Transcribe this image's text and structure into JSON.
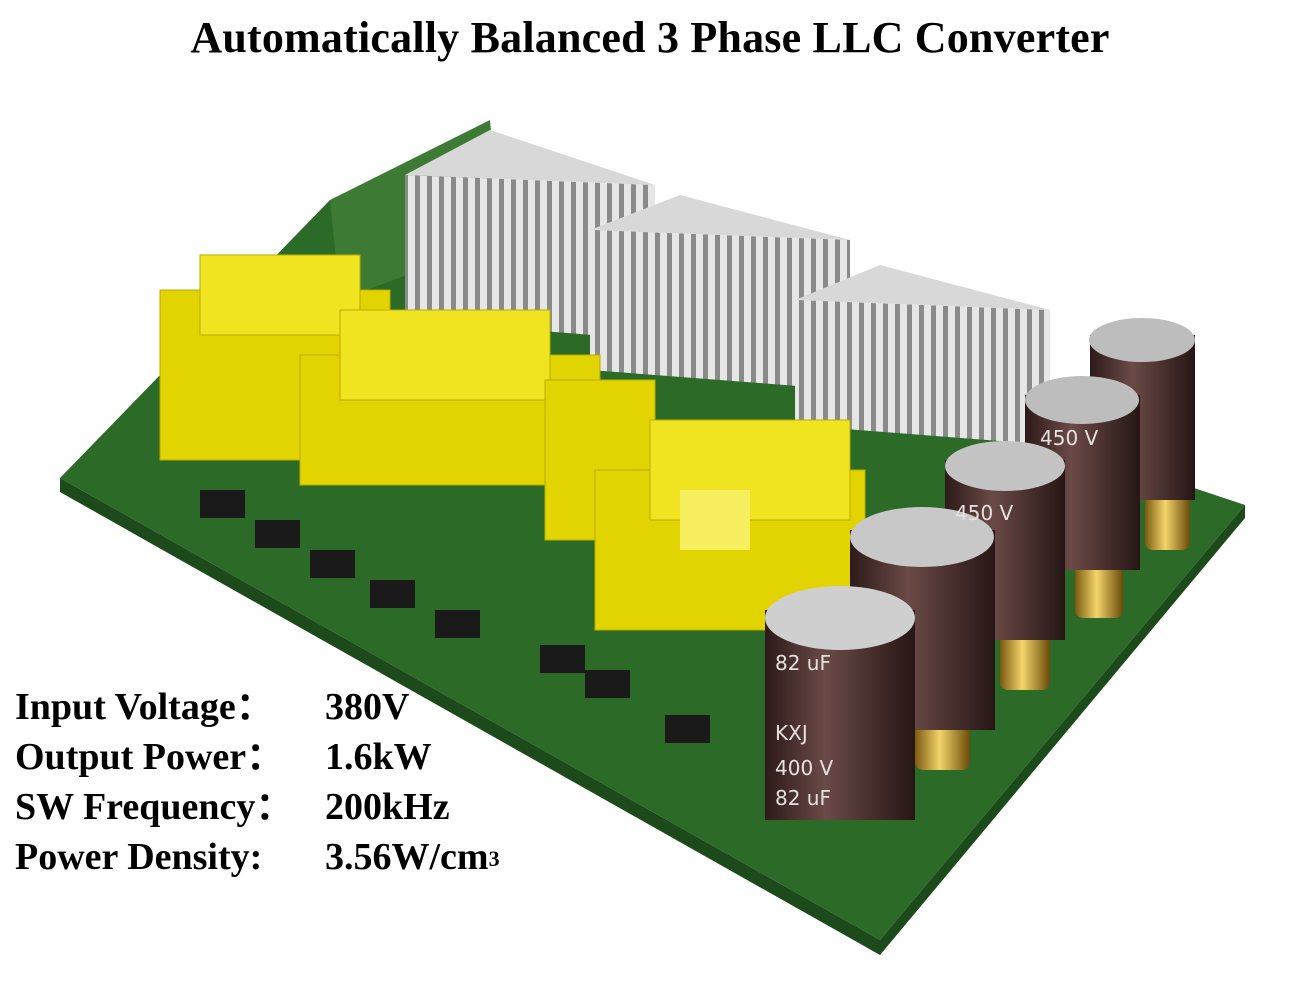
{
  "title": "Automatically Balanced 3 Phase LLC Converter",
  "specs": [
    {
      "label": "Input Voltage：",
      "value": "380V"
    },
    {
      "label": "Output Power：",
      "value": "1.6kW"
    },
    {
      "label": "SW Frequency：",
      "value": "200kHz"
    },
    {
      "label": "Power Density:",
      "value": "3.56W/cm",
      "superscript": "3"
    }
  ],
  "capacitor_markings": {
    "voltage_a": "450 V",
    "voltage_b": "400 V",
    "capacitance": "82 uF",
    "series": "KXJ"
  },
  "colors": {
    "pcb": "#2f6b2a",
    "transformer": "#e6d600",
    "heatsink": "#c8c8c8",
    "capacitor": "#4a2e2c",
    "standoff": "#c9a227"
  }
}
